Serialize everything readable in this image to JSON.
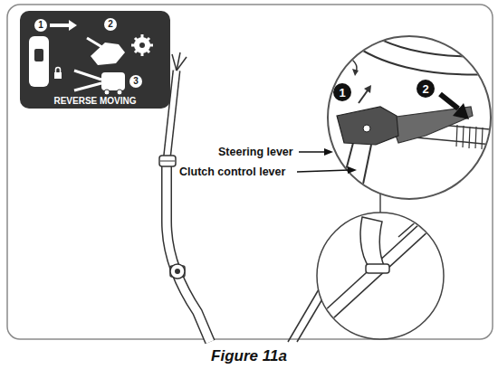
{
  "diagram": {
    "caption": "Figure 11a",
    "nodes": [
      {
        "text": [
          "REVERSE MOVING"
        ]
      }
    ],
    "labels": [
      "1",
      "2",
      "3",
      "1",
      "2",
      "Steering lever",
      "Clutch control lever"
    ]
  }
}
